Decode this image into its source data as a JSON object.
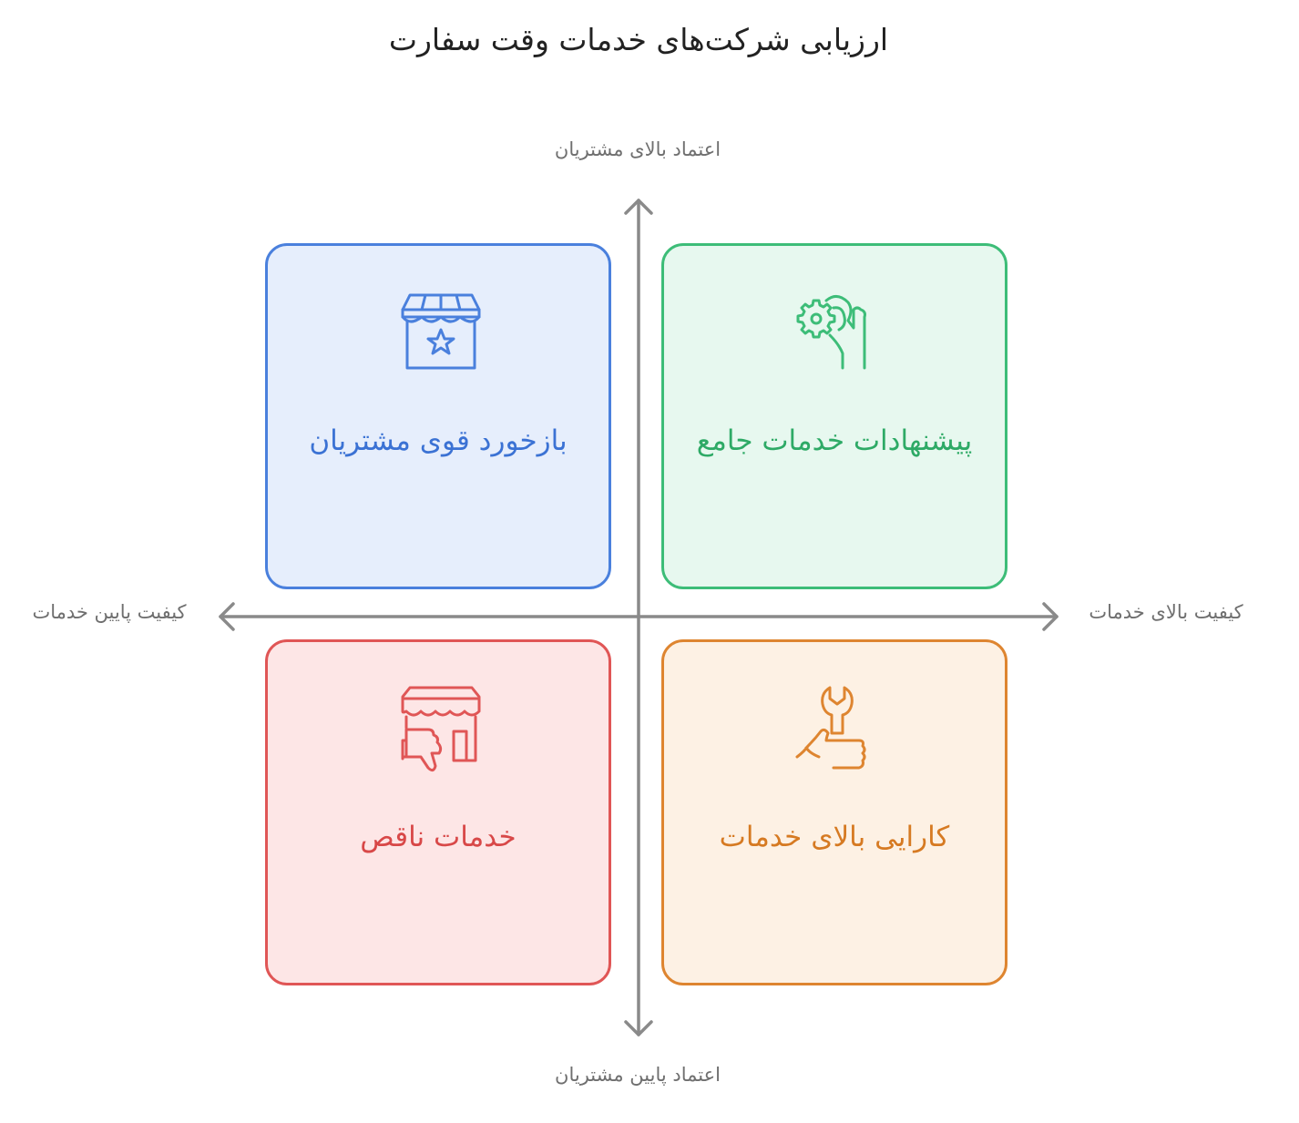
{
  "title": "ارزیابی شرکت‌های خدمات وقت سفارت",
  "axes": {
    "top": "اعتماد بالای مشتریان",
    "bottom": "اعتماد پایین مشتریان",
    "left": "کیفیت پایین خدمات",
    "right": "کیفیت بالای خدمات"
  },
  "quadrants": [
    {
      "position": "top-left",
      "label": "بازخورد قوی مشتریان",
      "icon": "storefront-star-icon",
      "color": "#4a80dd"
    },
    {
      "position": "top-right",
      "label": "پیشنهادات خدمات جامع",
      "icon": "hand-gear-icon",
      "color": "#3dbd78"
    },
    {
      "position": "bottom-left",
      "label": "خدمات ناقص",
      "icon": "store-thumbs-down-icon",
      "color": "#e05656"
    },
    {
      "position": "bottom-right",
      "label": "کارایی بالای خدمات",
      "icon": "wrench-thumbs-up-icon",
      "color": "#de8530"
    }
  ]
}
